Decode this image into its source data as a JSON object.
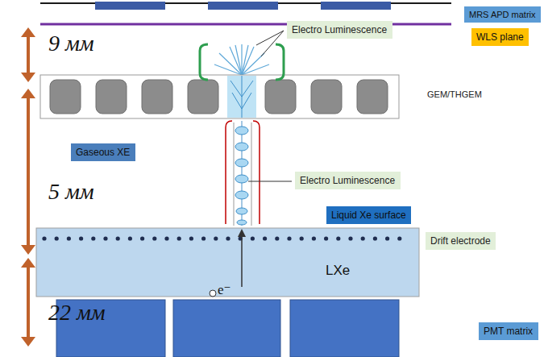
{
  "diagram": {
    "nodes": [
      {
        "text": [
          "MRS APD matrix"
        ]
      },
      {
        "text": [
          "WLS plane"
        ]
      },
      {
        "text": [
          "Electro Luminescence"
        ]
      },
      {
        "text": [
          "Gaseous XE"
        ]
      },
      {
        "text": [
          "Electro Luminescence"
        ]
      },
      {
        "text": [
          "Liquid Xe surface"
        ]
      },
      {
        "text": [
          "Drift electrode"
        ]
      },
      {
        "text": [
          "PMT matrix"
        ]
      }
    ],
    "labels": [
      "9 мм",
      "GEM/THGEM",
      "5 мм",
      "e⁻",
      "LXe",
      "22 мм"
    ]
  }
}
